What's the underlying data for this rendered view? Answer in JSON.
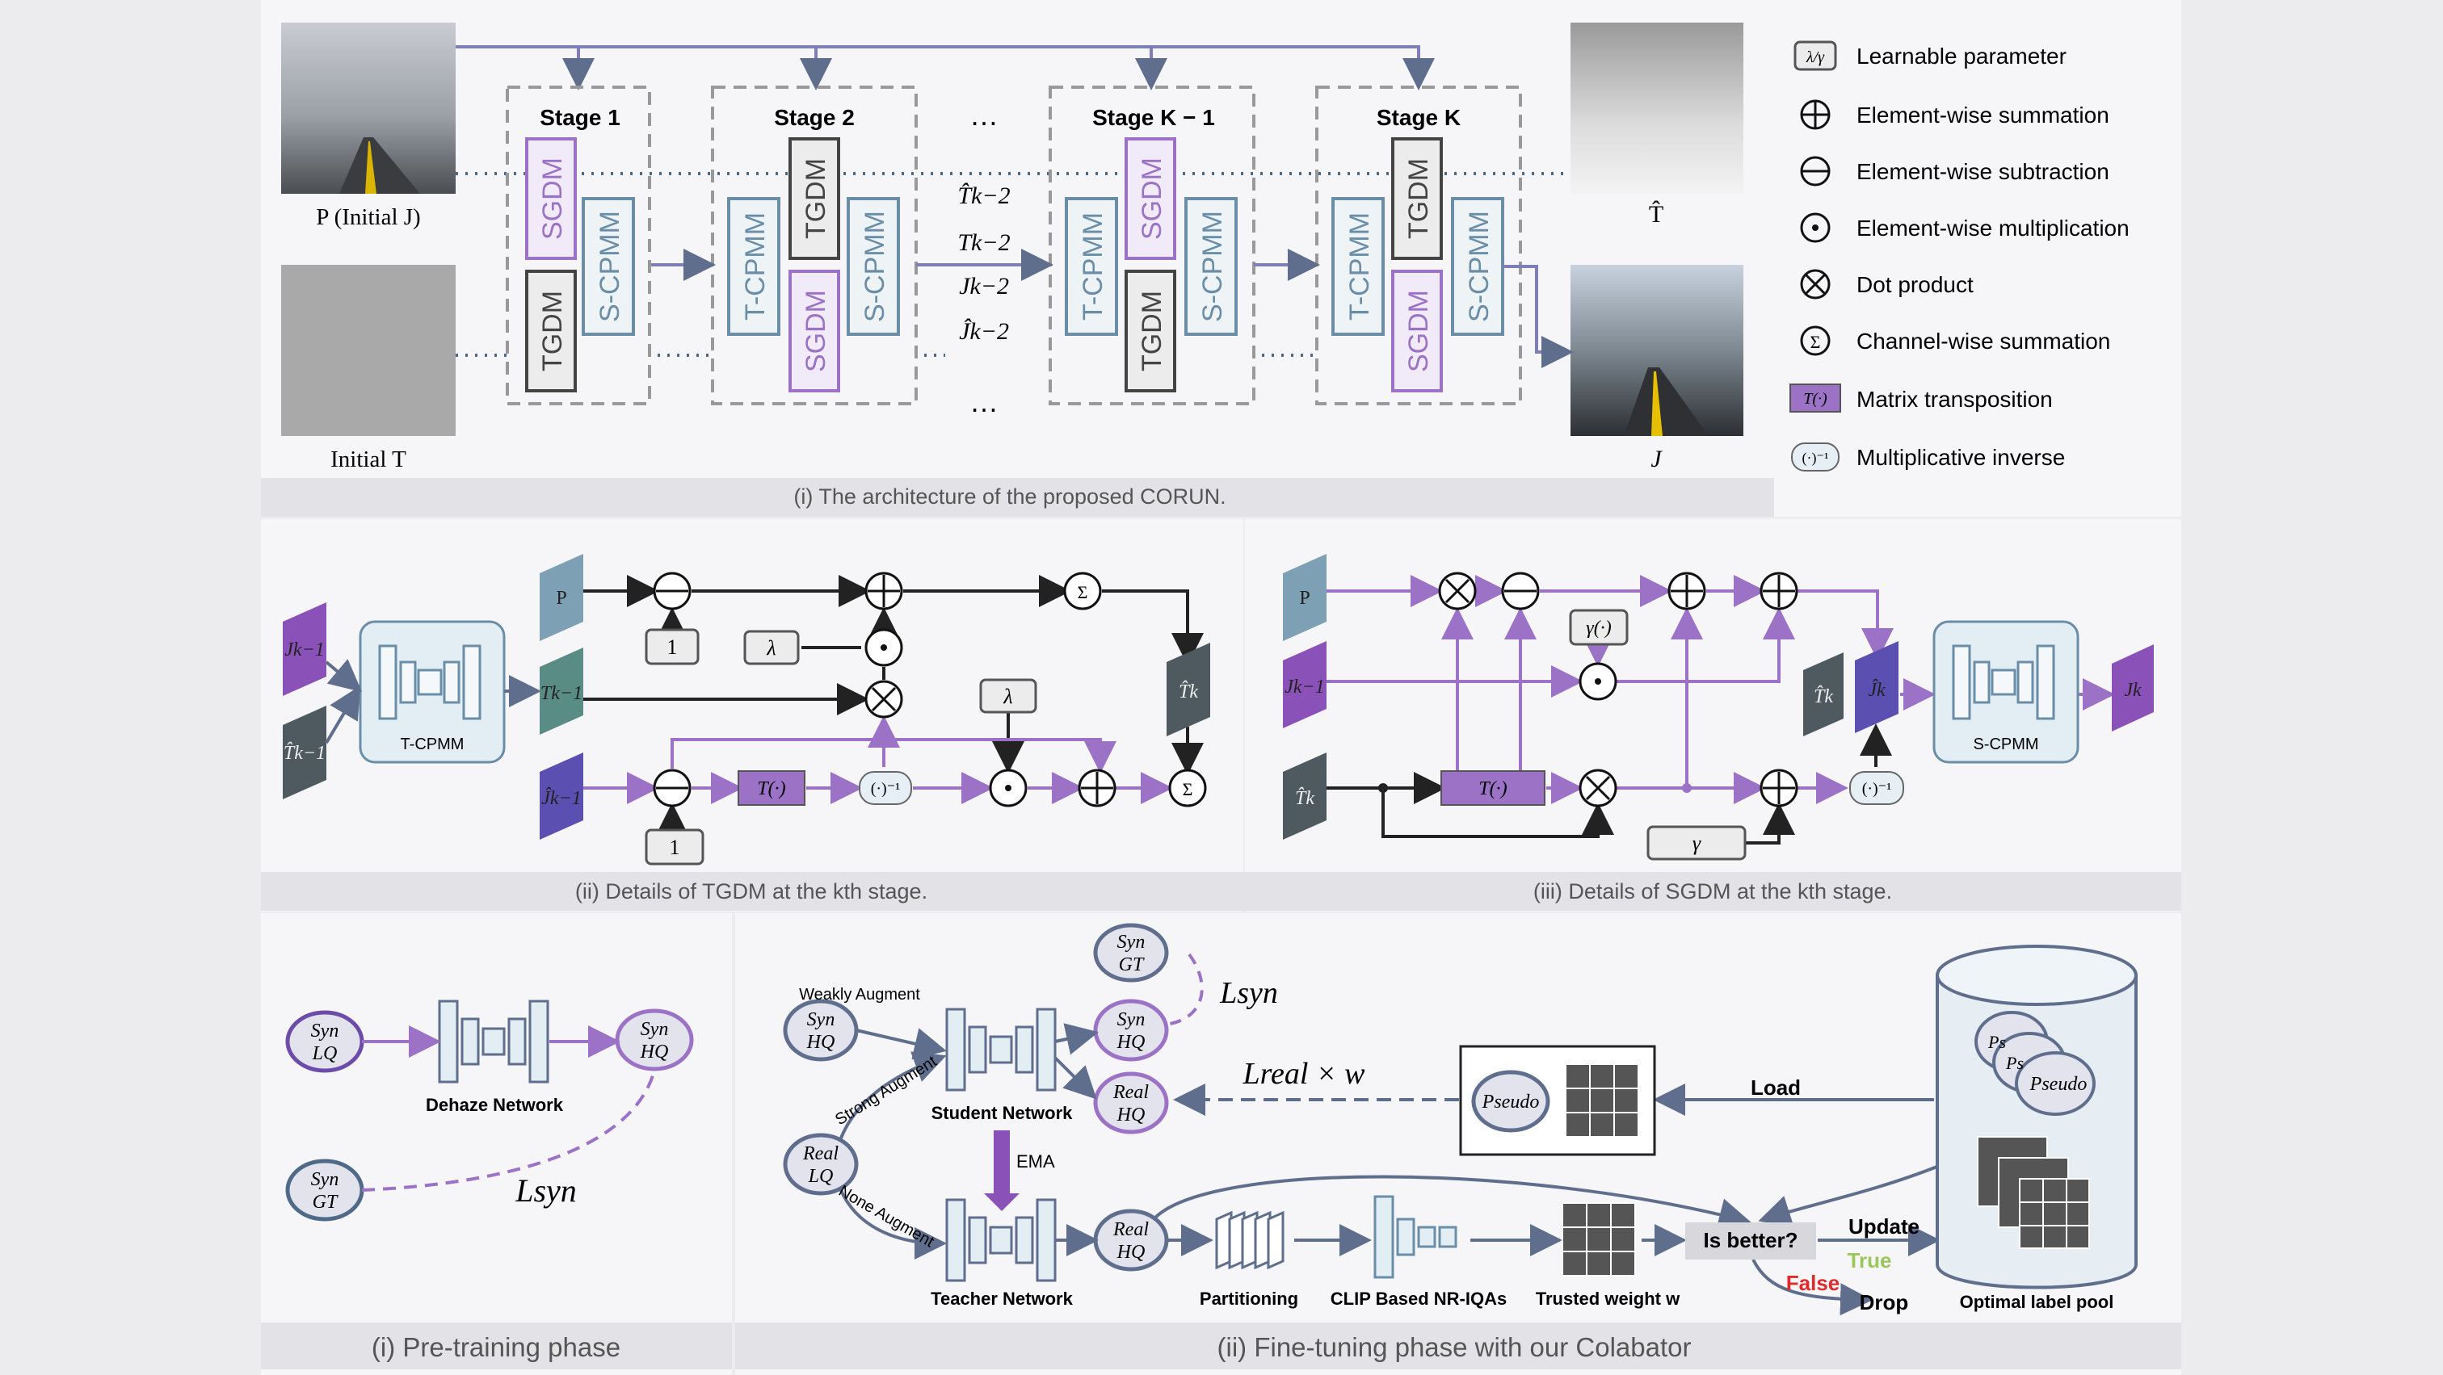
{
  "palette": {
    "purple": "#9b72c6",
    "slate": "#5f6e8c",
    "teal": "#6a8ea8",
    "dark": "#222222",
    "panel": "#f5f5f8",
    "caption_bg": "#e2e2e6"
  },
  "arch": {
    "input_p_label": "P (Initial J)",
    "input_t_label": "Initial T",
    "output_t_label": "T̂",
    "output_j_label": "J",
    "stages": [
      "Stage 1",
      "Stage 2",
      "Stage K − 1",
      "Stage K"
    ],
    "ellipsis": "…",
    "modules": {
      "sgdm": "SGDM",
      "tgdm": "TGDM",
      "tcpmm": "T-CPMM",
      "scpmm": "S-CPMM"
    },
    "mid_labels": [
      "T̂k−2",
      "Tk−2",
      "Jk−2",
      "Ĵk−2"
    ],
    "caption": "(i) The architecture of the proposed CORUN."
  },
  "legend": [
    {
      "symbol": "λ/γ",
      "label": "Learnable parameter"
    },
    {
      "symbol": "⊕",
      "label": "Element-wise summation"
    },
    {
      "symbol": "⊖",
      "label": "Element-wise subtraction"
    },
    {
      "symbol": "⊙",
      "label": "Element-wise multiplication"
    },
    {
      "symbol": "⊗",
      "label": "Dot product"
    },
    {
      "symbol": "Σ",
      "label": "Channel-wise summation"
    },
    {
      "symbol": "T(·)",
      "label": "Matrix transposition"
    },
    {
      "symbol": "(·)⁻¹",
      "label": "Multiplicative inverse"
    }
  ],
  "tgdm": {
    "inputs": [
      "Jk−1",
      "T̂k−1",
      "P",
      "Tk−1",
      "Ĵk−1"
    ],
    "net_label": "T-CPMM",
    "output": "T̂k",
    "params": {
      "one": "1",
      "lambda": "λ",
      "transpose": "T(·)",
      "inverse": "(·)⁻¹",
      "sigma": "Σ"
    },
    "caption": "(ii) Details of TGDM at the kth stage."
  },
  "sgdm": {
    "inputs": [
      "P",
      "Jk−1",
      "T̂k"
    ],
    "net_label": "S-CPMM",
    "mid": [
      "T̂k",
      "Ĵk"
    ],
    "output": "Jk",
    "params": {
      "gamma_fn": "γ(·)",
      "gamma": "γ",
      "transpose": "T(·)",
      "inverse": "(·)⁻¹"
    },
    "caption": "(iii) Details of SGDM at the kth stage."
  },
  "pretrain": {
    "syn_lq": [
      "Syn",
      "LQ"
    ],
    "syn_hq": [
      "Syn",
      "HQ"
    ],
    "syn_gt": [
      "Syn",
      "GT"
    ],
    "net_label": "Dehaze Network",
    "loss": "Lsyn",
    "caption": "(i) Pre-training phase"
  },
  "finetune": {
    "syn_hq_in": [
      "Syn",
      "HQ"
    ],
    "real_lq": [
      "Real",
      "LQ"
    ],
    "syn_gt": [
      "Syn",
      "GT"
    ],
    "syn_hq_out": [
      "Syn",
      "HQ"
    ],
    "real_hq": [
      "Real",
      "HQ"
    ],
    "real_hq2": [
      "Real",
      "HQ"
    ],
    "weakly": "Weakly Augment",
    "strong": "Strong Augment",
    "none": "None Augment",
    "student": "Student Network",
    "teacher": "Teacher Network",
    "ema": "EMA",
    "loss_syn": "Lsyn",
    "loss_real": "Lreal × w",
    "pseudo": "Pseudo",
    "load": "Load",
    "partitioning": "Partitioning",
    "clip": "CLIP Based NR-IQAs",
    "trusted": "Trusted weight w",
    "is_better": "Is better?",
    "update": "Update",
    "true_label": "True",
    "false_label": "False",
    "drop": "Drop",
    "pool": "Optimal label pool",
    "pool_items": [
      "Ps",
      "Ps",
      "Pseudo"
    ],
    "caption": "(ii) Fine-tuning phase with our Colabator"
  }
}
